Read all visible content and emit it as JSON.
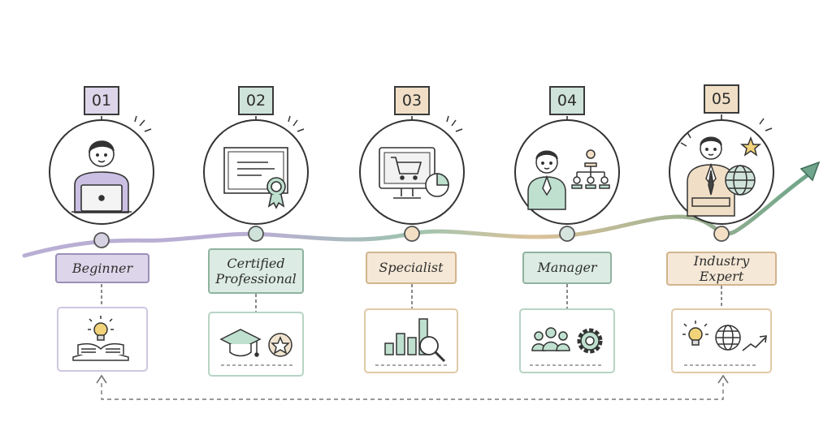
{
  "stages": [
    {
      "number": "01",
      "label": [
        "Beginner"
      ],
      "color": "#ddd6ea",
      "border": "#9b8fb8",
      "tagColor": "#ddd6ea",
      "portrait": "laptop-person-icon",
      "tools": [
        "lightbulb-icon",
        "open-book-icon"
      ]
    },
    {
      "number": "02",
      "label": [
        "Certified",
        "Professional"
      ],
      "color": "#dcebe3",
      "border": "#8fb3a0",
      "tagColor": "#cfe3da",
      "portrait": "certificate-icon",
      "tools": [
        "graduation-cap-icon",
        "star-badge-icon"
      ]
    },
    {
      "number": "03",
      "label": [
        "Specialist"
      ],
      "color": "#f5e8d6",
      "border": "#d2b48e",
      "tagColor": "#f0dfc6",
      "portrait": "monitor-cart-icon",
      "tools": [
        "bar-chart-icon",
        "magnifier-icon"
      ]
    },
    {
      "number": "04",
      "label": [
        "Manager"
      ],
      "color": "#dcebe3",
      "border": "#8fb3a0",
      "tagColor": "#cfe3da",
      "portrait": "manager-org-chart-icon",
      "tools": [
        "team-icon",
        "gear-icon"
      ]
    },
    {
      "number": "05",
      "label": [
        "Industry Expert"
      ],
      "color": "#f5e8d6",
      "border": "#d2b48e",
      "tagColor": "#f0dfc6",
      "portrait": "expert-globe-icon",
      "tools": [
        "lightbulb-icon",
        "globe-icon",
        "trend-arrow-icon"
      ]
    }
  ],
  "colors": {
    "ink": "#333333",
    "path_purple": "#b9aed3",
    "path_green": "#8dbba3",
    "path_orange": "#dcc29b",
    "arrow_green": "#6fa58a"
  }
}
